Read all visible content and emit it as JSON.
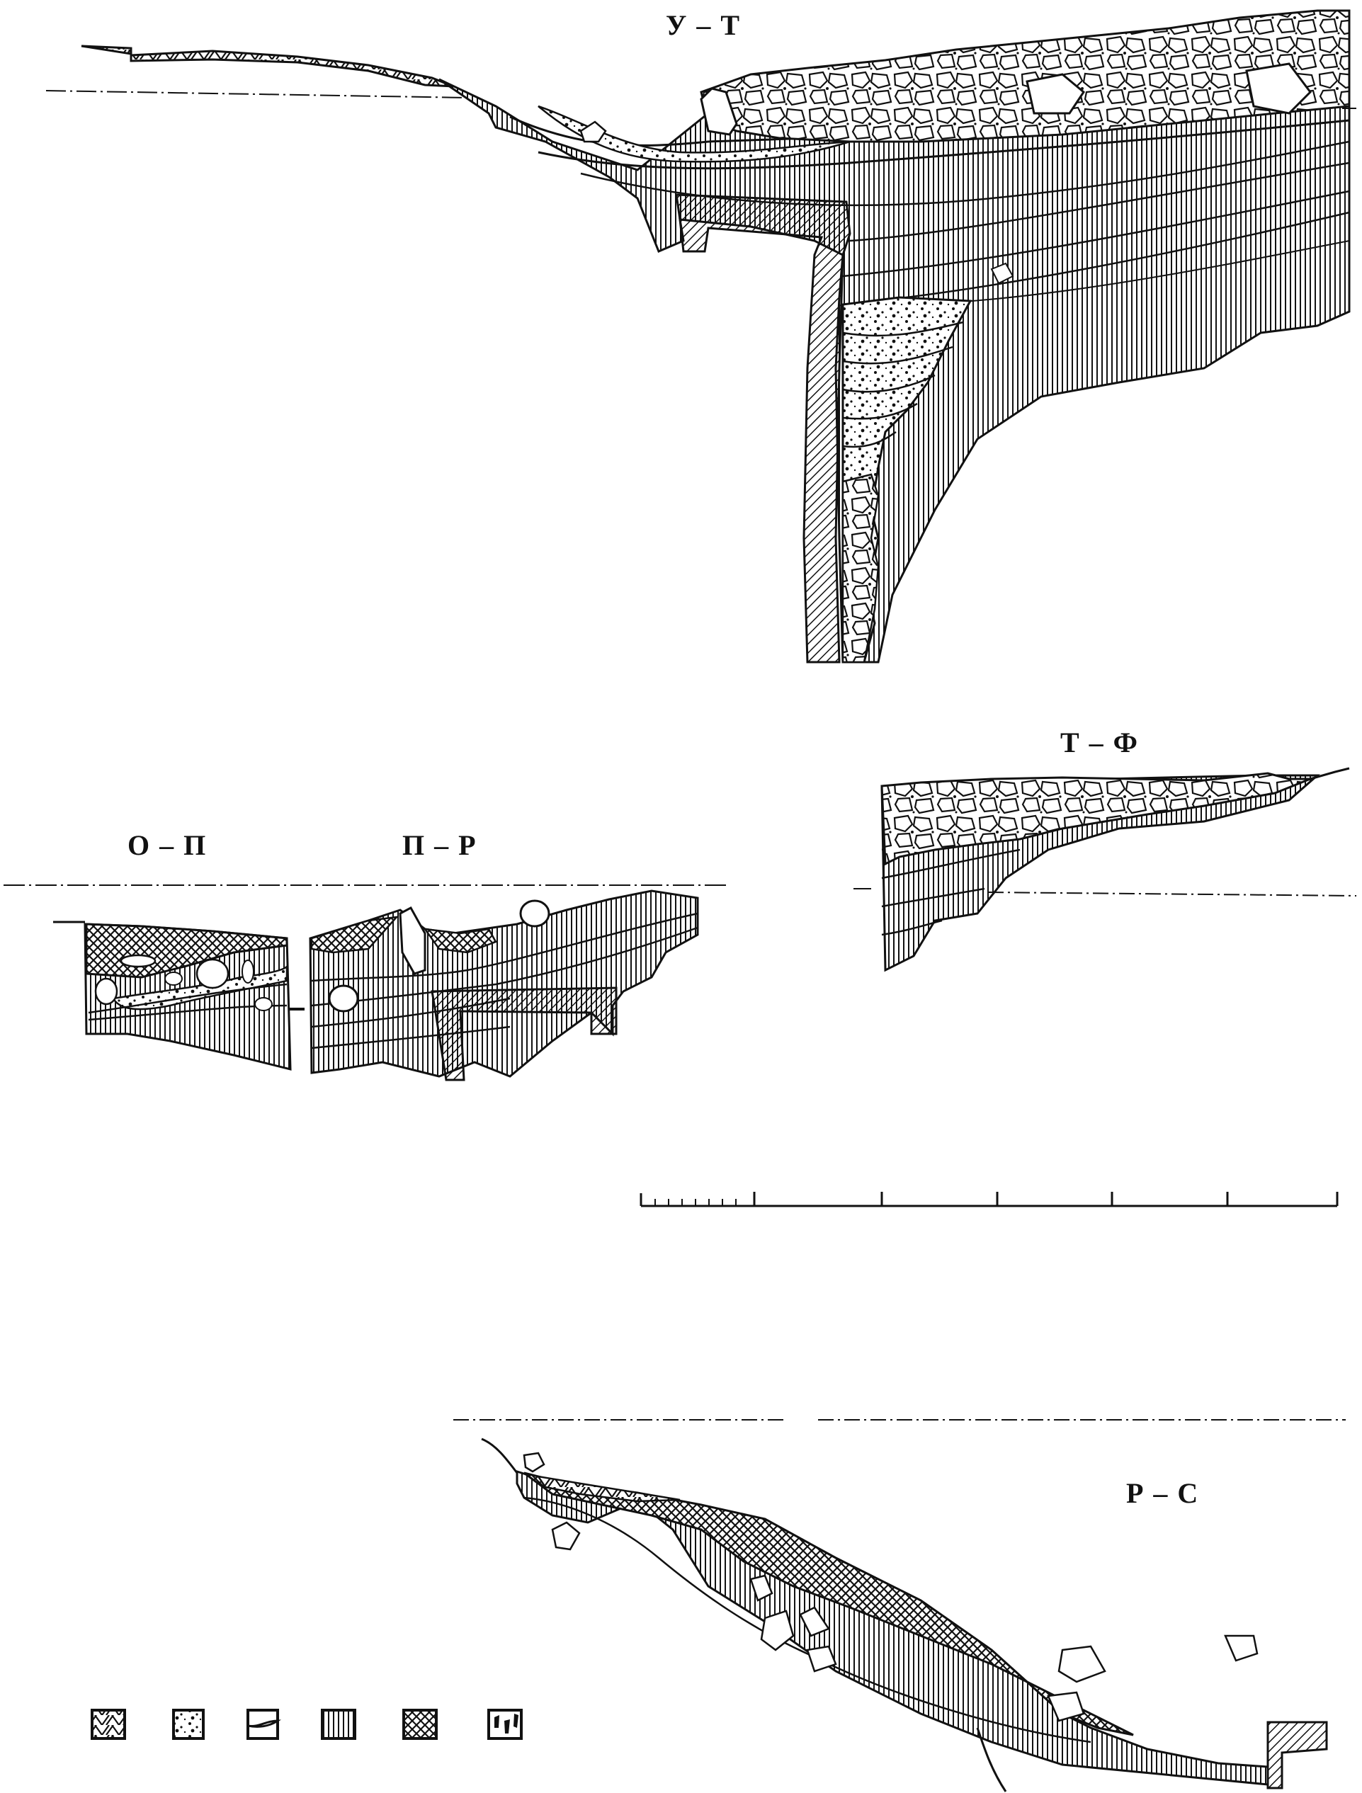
{
  "figure": {
    "type": "archaeological stratigraphic sections",
    "ink_color": "#111111",
    "background": "#ffffff"
  },
  "sections": [
    {
      "id": "U-T",
      "label": "У – Т"
    },
    {
      "id": "O-P",
      "label": "О – П"
    },
    {
      "id": "P-R",
      "label": "П – Р"
    },
    {
      "id": "T-F",
      "label": "Т – Ф"
    },
    {
      "id": "R-S",
      "label": "Р – С"
    }
  ],
  "scale_bar": {
    "major_divisions": 6,
    "minor_ticks_first_division": 10,
    "labels": []
  },
  "legend": {
    "items": [
      {
        "pattern": "diagonal-herringbone-hatch-icon"
      },
      {
        "pattern": "sparse-dots-icon"
      },
      {
        "pattern": "lens-lamina-icon"
      },
      {
        "pattern": "vertical-lines-icon"
      },
      {
        "pattern": "crosshatch-icon"
      },
      {
        "pattern": "dark-inclusions-icon"
      }
    ]
  }
}
